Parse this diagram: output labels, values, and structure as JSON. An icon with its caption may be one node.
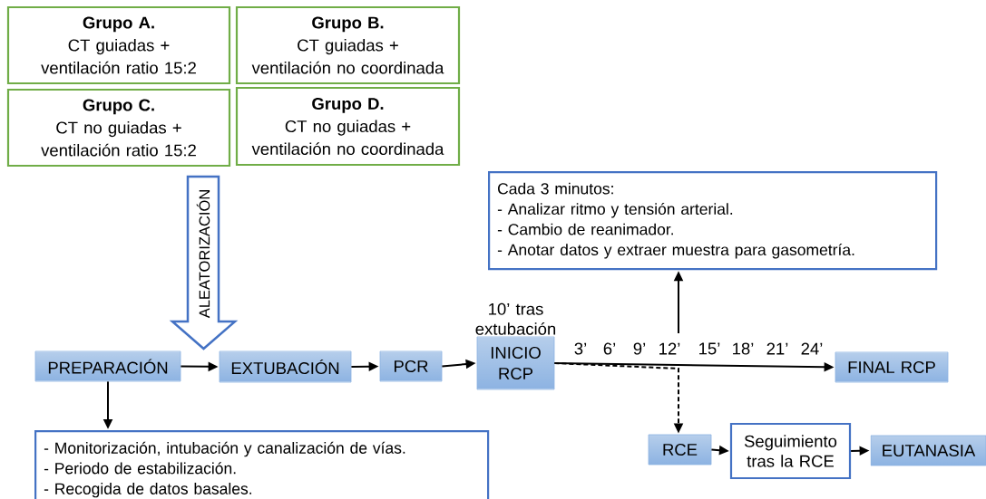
{
  "diagram": {
    "nodes": [
      {
        "text": [
          "Grupo A.",
          "CT guiadas +",
          "ventilación ratio 15:2"
        ]
      },
      {
        "text": [
          "Grupo B.",
          "CT guiadas +",
          "ventilación no coordinada"
        ]
      },
      {
        "text": [
          "Grupo C.",
          "CT no guiadas +",
          "ventilación ratio 15:2"
        ]
      },
      {
        "text": [
          "Grupo D.",
          "CT no guiadas +",
          "ventilación no coordinada"
        ]
      },
      {
        "text": [
          "ALEATORIZACIÓN"
        ]
      },
      {
        "text": [
          "Cada 3 minutos:",
          "- Analizar ritmo y tensión arterial.",
          "- Cambio de reanimador.",
          "- Anotar datos y extraer muestra para gasometría."
        ]
      },
      {
        "text": [
          "INICIO RCP"
        ],
        "beside": [
          "10’ tras extubación"
        ]
      },
      {
        "text": [
          "PREPARACIÓN"
        ]
      },
      {
        "text": [
          "EXTUBACIÓN"
        ]
      },
      {
        "text": [
          "PCR"
        ]
      },
      {
        "text": [
          "FINAL RCP"
        ]
      },
      {
        "text": [
          "- Monitorización, intubación y canalización de vías.",
          "- Periodo de estabilización.",
          "- Recogida de datos basales."
        ]
      },
      {
        "text": [
          "RCE"
        ]
      },
      {
        "text": [
          "Seguimiento tras la RCE"
        ]
      },
      {
        "text": [
          "EUTANASIA"
        ]
      }
    ],
    "edges": [
      {
        "from": 7,
        "to": 8,
        "arrow": "to"
      },
      {
        "from": 8,
        "to": 9,
        "arrow": "to"
      },
      {
        "from": 9,
        "to": 6,
        "arrow": "to"
      },
      {
        "from": 6,
        "to": 10,
        "arrow": "to"
      },
      {
        "from": null,
        "to": 5,
        "arrow": "to"
      },
      {
        "from": 6,
        "to": 12,
        "arrow": "to",
        "style": "dashed"
      },
      {
        "from": 7,
        "to": 11,
        "arrow": "to"
      },
      {
        "from": 12,
        "to": 13,
        "arrow": "to"
      },
      {
        "from": 13,
        "to": 14,
        "arrow": "to"
      }
    ],
    "labels": [
      "3’",
      "6’",
      "9’",
      "12’",
      "15’",
      "18’",
      "21’",
      "24’"
    ]
  }
}
